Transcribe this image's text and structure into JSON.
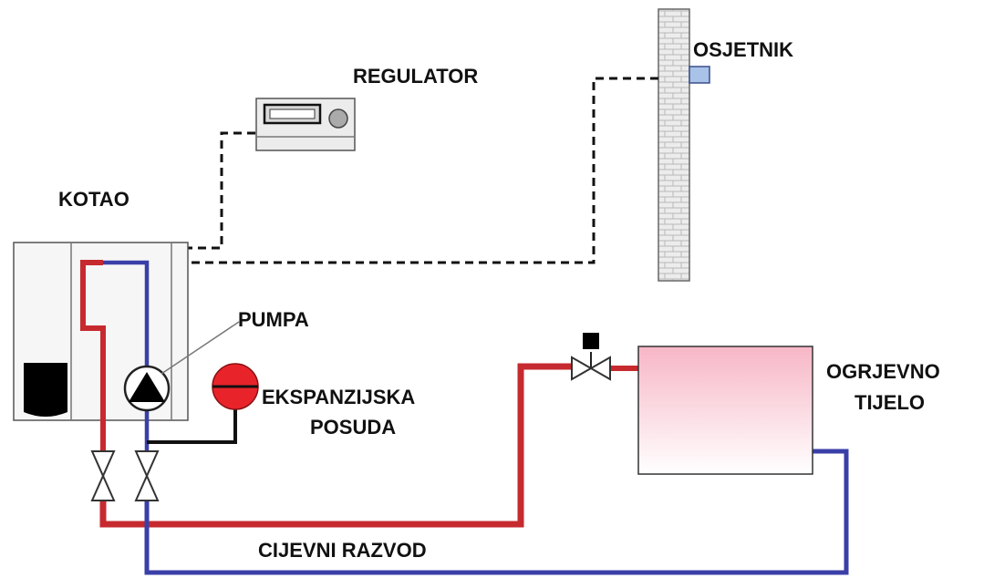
{
  "labels": {
    "kotao": "KOTAO",
    "regulator": "REGULATOR",
    "osjetnik": "OSJETNIK",
    "pumpa": "PUMPA",
    "ekspanzijska_line1": "EKSPANZIJSKA",
    "ekspanzijska_line2": "POSUDA",
    "ogrjevno_line1": "OGRJEVNO",
    "ogrjevno_line2": "TIJELO",
    "cijevni_razvod": "CIJEVNI RAZVOD"
  },
  "colors": {
    "supply_pipe": "#c62a2f",
    "return_pipe": "#3a3fa8",
    "signal_line": "#111111",
    "expansion_vessel": "#e8242a",
    "sensor": "#a9c2e8",
    "radiator_top": "#f7b6c6",
    "radiator_bottom": "#ffffff"
  }
}
